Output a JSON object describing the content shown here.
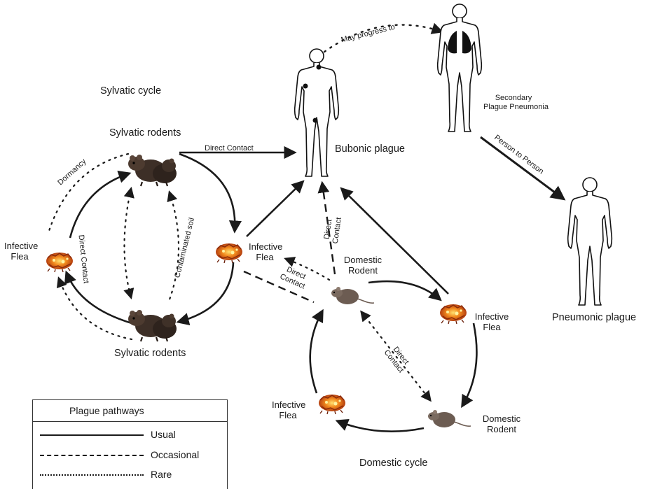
{
  "labels": {
    "sylvatic_cycle": "Sylvatic cycle",
    "sylvatic_rodents_top": "Sylvatic rodents",
    "sylvatic_rodents_bottom": "Sylvatic rodents",
    "direct_contact_top": "Direct Contact",
    "bubonic_plague": "Bubonic plague",
    "may_progress_to": "May progress to",
    "secondary_pneumonia_1": "Secondary",
    "secondary_pneumonia_2": "Plague Pneumonia",
    "person_to_person": "Person to Person",
    "pneumonic_plague": "Pneumonic plague",
    "dormancy": "Dormancy",
    "infective_flea_left_1": "Infective",
    "infective_flea_left_2": "Flea",
    "direct_contact_left": "Direct Contact",
    "contaminated_soil": "Contaminated soil",
    "infective_flea_mid_1": "Infective",
    "infective_flea_mid_2": "Flea",
    "direct_contact_vertical_1": "Direct",
    "direct_contact_vertical_2": "Contact",
    "direct_contact_diag_1": "Direct",
    "direct_contact_diag_2": "Contact",
    "domestic_rodent_top_1": "Domestic",
    "domestic_rodent_top_2": "Rodent",
    "infective_flea_right_1": "Infective",
    "infective_flea_right_2": "Flea",
    "direct_contact_domestic_1": "Direct",
    "direct_contact_domestic_2": "Contact",
    "domestic_rodent_bottom_1": "Domestic",
    "domestic_rodent_bottom_2": "Rodent",
    "infective_flea_bottom_1": "Infective",
    "infective_flea_bottom_2": "Flea",
    "domestic_cycle": "Domestic cycle"
  },
  "legend": {
    "title": "Plague pathways",
    "items": [
      {
        "label": "Usual",
        "style": "solid"
      },
      {
        "label": "Occasional",
        "style": "dashed"
      },
      {
        "label": "Rare",
        "style": "dotted"
      }
    ]
  },
  "colors": {
    "line": "#1a1a1a",
    "flea": "#e0621a",
    "rodent": "#4a3a30",
    "lung": "#111111"
  }
}
